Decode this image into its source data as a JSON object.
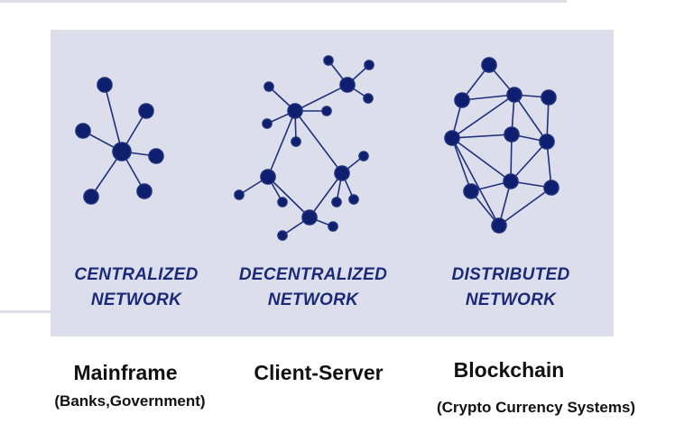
{
  "diagrams": [
    {
      "label_line1": "CENTRALIZED",
      "label_line2": "NETWORK",
      "caption_title": "Mainframe",
      "caption_subtitle": "(Banks,Government)"
    },
    {
      "label_line1": "DECENTRALIZED",
      "label_line2": "NETWORK",
      "caption_title": "Client-Server",
      "caption_subtitle": ""
    },
    {
      "label_line1": "DISTRIBUTED",
      "label_line2": "NETWORK",
      "caption_title": "Blockchain",
      "caption_subtitle": "(Crypto Currency Systems)"
    }
  ],
  "colors": {
    "panel_background": "#dcdeeb",
    "node": "#0d1f6e",
    "edge": "#1f2f7a",
    "label": "#1a2a78",
    "caption": "#111111"
  }
}
